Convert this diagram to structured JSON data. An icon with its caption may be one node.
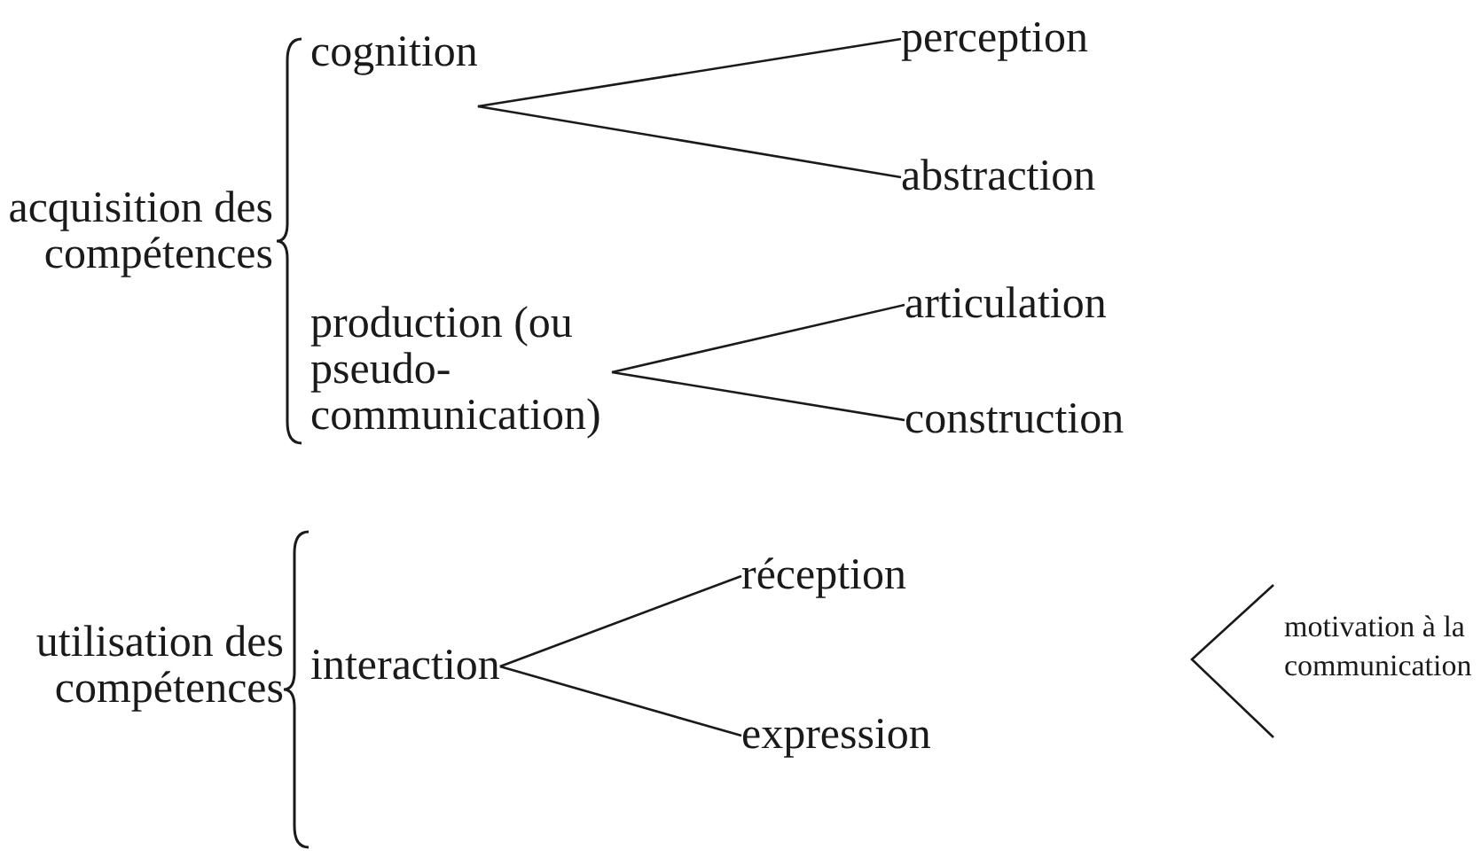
{
  "diagram": {
    "nodes": [
      {
        "text": [
          "acquisition des compétences"
        ]
      },
      {
        "text": [
          "cognition"
        ]
      },
      {
        "text": [
          "perception"
        ]
      },
      {
        "text": [
          "abstraction"
        ]
      },
      {
        "text": [
          "production (ou pseudo-communication)"
        ]
      },
      {
        "text": [
          "articulation"
        ]
      },
      {
        "text": [
          "construction"
        ]
      },
      {
        "text": [
          "utilisation des compétences"
        ]
      },
      {
        "text": [
          "interaction"
        ]
      },
      {
        "text": [
          "réception"
        ]
      },
      {
        "text": [
          "expression"
        ]
      },
      {
        "text": [
          "motivation à la communication"
        ]
      }
    ],
    "edges": [
      {
        "from": 1,
        "to": 2,
        "arrow": "none"
      },
      {
        "from": 1,
        "to": 3,
        "arrow": "none"
      },
      {
        "from": 4,
        "to": 5,
        "arrow": "none"
      },
      {
        "from": 4,
        "to": 6,
        "arrow": "none"
      },
      {
        "from": 8,
        "to": 9,
        "arrow": "none"
      },
      {
        "from": 8,
        "to": 10,
        "arrow": "none"
      }
    ]
  }
}
